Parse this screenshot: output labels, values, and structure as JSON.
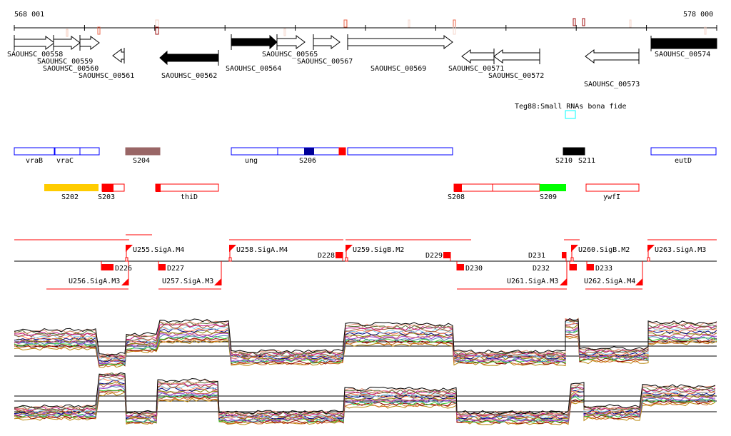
{
  "axis": {
    "start_label": "568 001",
    "end_label": "578 000",
    "start": 568001,
    "end": 578000
  },
  "colors": {
    "gene_fwd": "#ffffff",
    "gene_essential": "#000000",
    "operon": "#0000ff",
    "red": "#ff0000",
    "srna": "#00ffff",
    "gold": "#ffcc00",
    "brown": "#996666",
    "green": "#00ff00",
    "navy": "#000099"
  },
  "genes": [
    {
      "id": "SAOUHSC_00558",
      "start": 568001,
      "end": 568590,
      "strand": "+",
      "fill": "white",
      "row": 0
    },
    {
      "id": "SAOUHSC_00559",
      "start": 568560,
      "end": 568940,
      "strand": "+",
      "fill": "white",
      "row": 1
    },
    {
      "id": "SAOUHSC_00560",
      "start": 568930,
      "end": 569190,
      "strand": "+",
      "fill": "white",
      "row": 2
    },
    {
      "id": "SAOUHSC_00561",
      "start": 569390,
      "end": 569540,
      "strand": "-",
      "fill": "white",
      "row": 2
    },
    {
      "id": "SAOUHSC_00562",
      "start": 570070,
      "end": 570870,
      "strand": "-",
      "fill": "black",
      "row": 3
    },
    {
      "id": "SAOUHSC_00564",
      "start": 571050,
      "end": 571700,
      "strand": "+",
      "fill": "black",
      "row": 2
    },
    {
      "id": "SAOUHSC_00565",
      "start": 571700,
      "end": 572090,
      "strand": "+",
      "fill": "white",
      "row": 0
    },
    {
      "id": "SAOUHSC_00567",
      "start": 572210,
      "end": 572580,
      "strand": "+",
      "fill": "white",
      "row": 1
    },
    {
      "id": "SAOUHSC_00569",
      "start": 572700,
      "end": 574180,
      "strand": "+",
      "fill": "white",
      "row": 2
    },
    {
      "id": "SAOUHSC_00571",
      "start": 574290,
      "end": 574760,
      "strand": "-",
      "fill": "white",
      "row": 1
    },
    {
      "id": "SAOUHSC_00572",
      "start": 574730,
      "end": 575400,
      "strand": "-",
      "fill": "white",
      "row": 2
    },
    {
      "id": "SAOUHSC_00573",
      "start": 576040,
      "end": 576810,
      "strand": "-",
      "fill": "white",
      "row": 3
    },
    {
      "id": "SAOUHSC_00574",
      "start": 577000,
      "end": 578000,
      "strand": "+",
      "fill": "black",
      "row": 0
    }
  ],
  "srna": {
    "label": "Teg88:Small RNAs bona fide"
  },
  "track_a": [
    {
      "label": "vraB",
      "kind": "operon",
      "start": 568001,
      "end": 568560
    },
    {
      "label": "vraC",
      "kind": "operon",
      "start": 568580,
      "end": 568920,
      "label_offset": 0
    },
    {
      "label": "",
      "kind": "operon",
      "start": 568920,
      "end": 569200
    },
    {
      "label": "S204",
      "kind": "brown",
      "start": 569580,
      "end": 570060
    },
    {
      "label": "ung",
      "kind": "operon",
      "start": 571050,
      "end": 571690
    },
    {
      "label": "S206",
      "kind": "operon",
      "start": 571690,
      "end": 572560
    },
    {
      "label": "",
      "kind": "red",
      "start": 572560,
      "end": 572650
    },
    {
      "label": "",
      "kind": "operon",
      "start": 572690,
      "end": 574180
    },
    {
      "label": "S210",
      "kind": "black",
      "start": 575700,
      "end": 575990
    },
    {
      "label": "S211",
      "kind": "none",
      "start": 575850,
      "end": 575990
    },
    {
      "label": "eutD",
      "kind": "operon",
      "start": 576950,
      "end": 577850
    }
  ],
  "track_b": [
    {
      "label": "S202",
      "kind": "gold",
      "start": 568420,
      "end": 569180
    },
    {
      "label": "S203",
      "kind": "redopen",
      "start": 569230,
      "end": 569550
    },
    {
      "label": "thiD",
      "kind": "redopen",
      "start": 569980,
      "end": 570870
    },
    {
      "label": "S208",
      "kind": "redopen",
      "start": 574200,
      "end": 574730
    },
    {
      "label": "",
      "kind": "redopen",
      "start": 574730,
      "end": 575370
    },
    {
      "label": "S209",
      "kind": "green",
      "start": 575370,
      "end": 575730
    },
    {
      "label": "ywfI",
      "kind": "redopen",
      "start": 575990,
      "end": 576710
    }
  ],
  "promoters_up": [
    {
      "label": "U255.SigA.M4"
    },
    {
      "label": "U258.SigA.M4"
    },
    {
      "label": "U259.SigB.M2"
    },
    {
      "label": "U260.SigB.M2"
    },
    {
      "label": "U263.SigA.M3"
    }
  ],
  "promoters_down": [
    {
      "label": "U256.SigA.M3"
    },
    {
      "label": "U257.SigA.M3"
    },
    {
      "label": "U261.SigA.M3"
    },
    {
      "label": "U262.SigA.M4"
    }
  ],
  "terminators": [
    {
      "label": "D226"
    },
    {
      "label": "D227"
    },
    {
      "label": "D228"
    },
    {
      "label": "D229"
    },
    {
      "label": "D230"
    },
    {
      "label": "D231"
    },
    {
      "label": "D232"
    },
    {
      "label": "D233"
    }
  ],
  "expression": {
    "panel_top_levels": [
      0.62,
      0.2,
      0.55,
      0.78,
      0.25,
      0.72,
      0.25,
      0.9,
      0.3,
      0.75
    ],
    "panel_bottom_levels": [
      0.25,
      0.85,
      0.15,
      0.7,
      0.15,
      0.55,
      0.15,
      0.65,
      0.25,
      0.6
    ],
    "series_colors": [
      "#b8860b",
      "#d2691e",
      "#8b0000",
      "#32cd32",
      "#4682b4",
      "#9932cc",
      "#cd5c5c",
      "#808000",
      "#000080",
      "#ff7f50",
      "#87ceeb",
      "#a0522d",
      "#c71585",
      "#556b2f",
      "#e9967a",
      "#000000"
    ]
  }
}
